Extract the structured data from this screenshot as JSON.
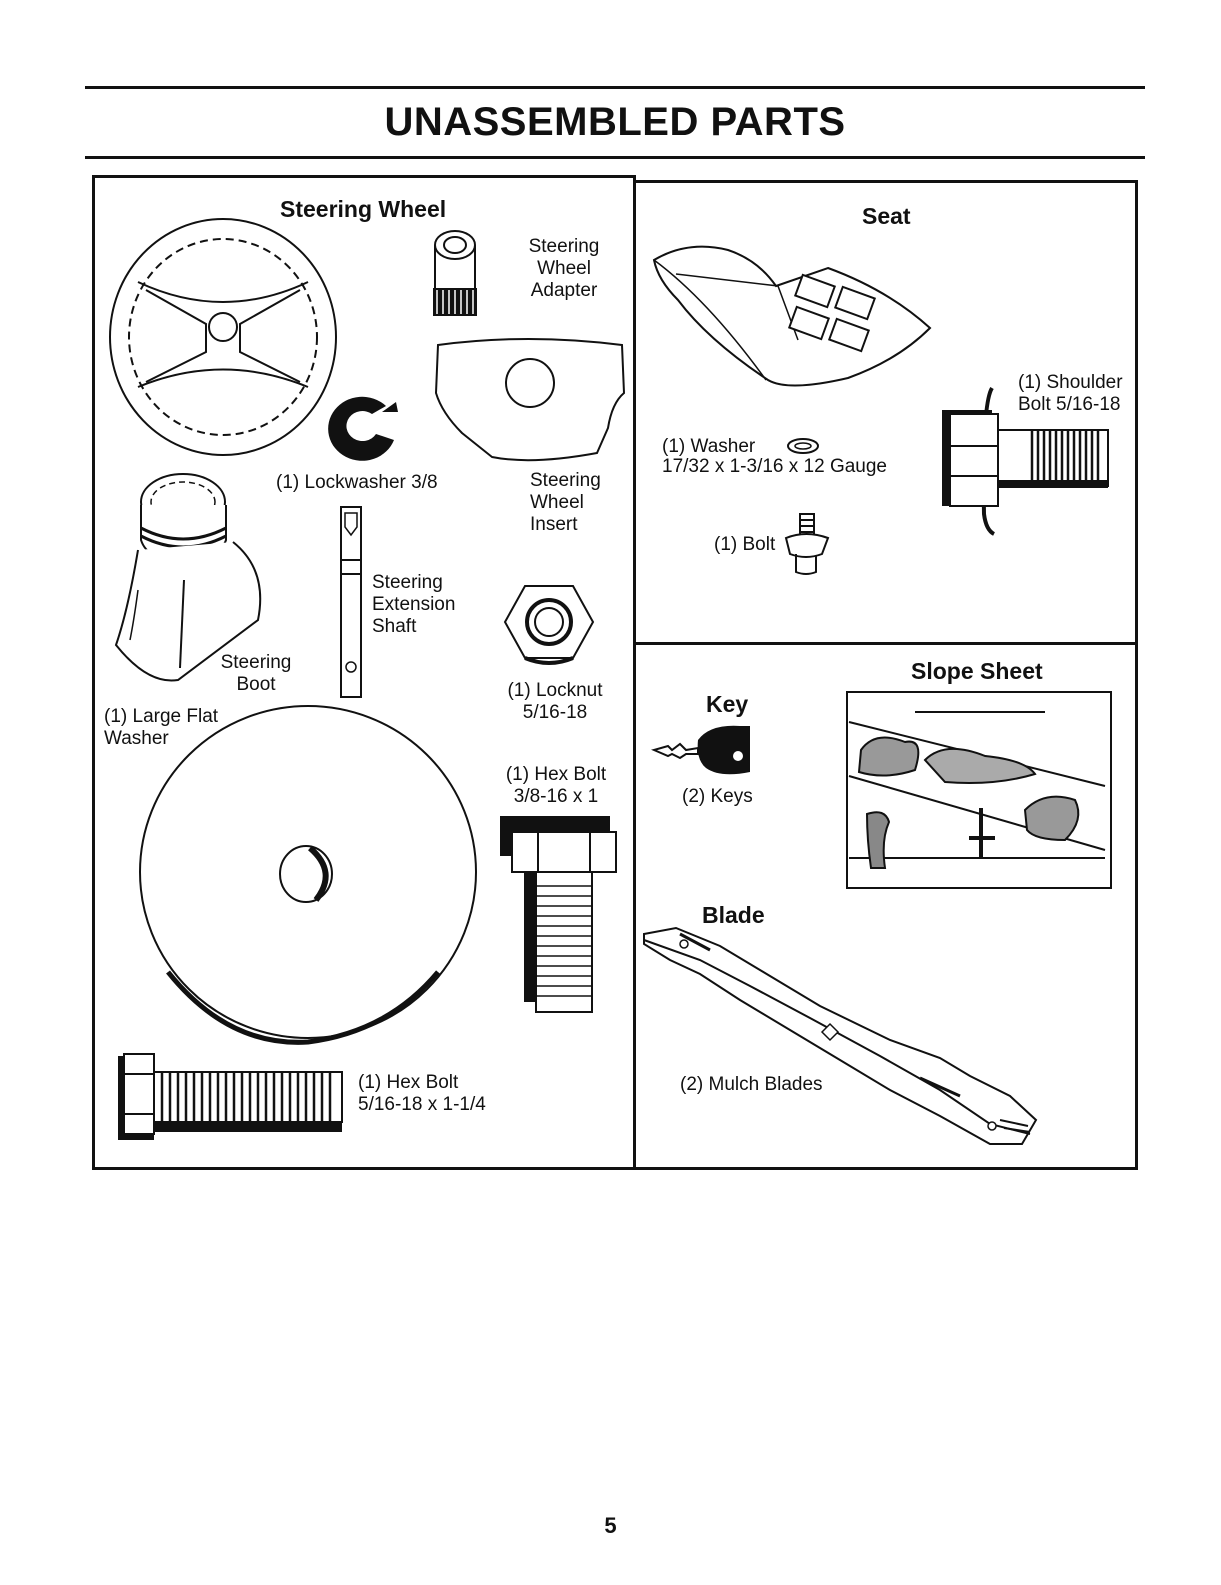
{
  "title": "UNASSEMBLED PARTS",
  "page_number": "5",
  "steering": {
    "heading": "Steering Wheel",
    "adapter": "Steering\nWheel\nAdapter",
    "insert": "Steering\nWheel\nInsert",
    "lockwasher": "(1) Lockwasher 3/8",
    "shaft": "Steering\nExtension\nShaft",
    "boot": "Steering\nBoot",
    "locknut": "(1) Locknut\n5/16-18",
    "flat_washer": "(1) Large Flat\nWasher",
    "hex_bolt_short": "(1) Hex Bolt\n3/8-16 x 1",
    "hex_bolt_long": "(1) Hex Bolt\n5/16-18 x 1-1/4"
  },
  "seat": {
    "heading": "Seat",
    "shoulder_bolt": "(1) Shoulder\nBolt 5/16-18",
    "washer": "(1) Washer",
    "washer_size": "17/32 x 1-3/16 x 12 Gauge",
    "bolt": "(1) Bolt"
  },
  "key": {
    "heading": "Key",
    "label": "(2) Keys"
  },
  "slope": {
    "heading": "Slope Sheet"
  },
  "blade": {
    "heading": "Blade",
    "label": "(2) Mulch Blades"
  }
}
